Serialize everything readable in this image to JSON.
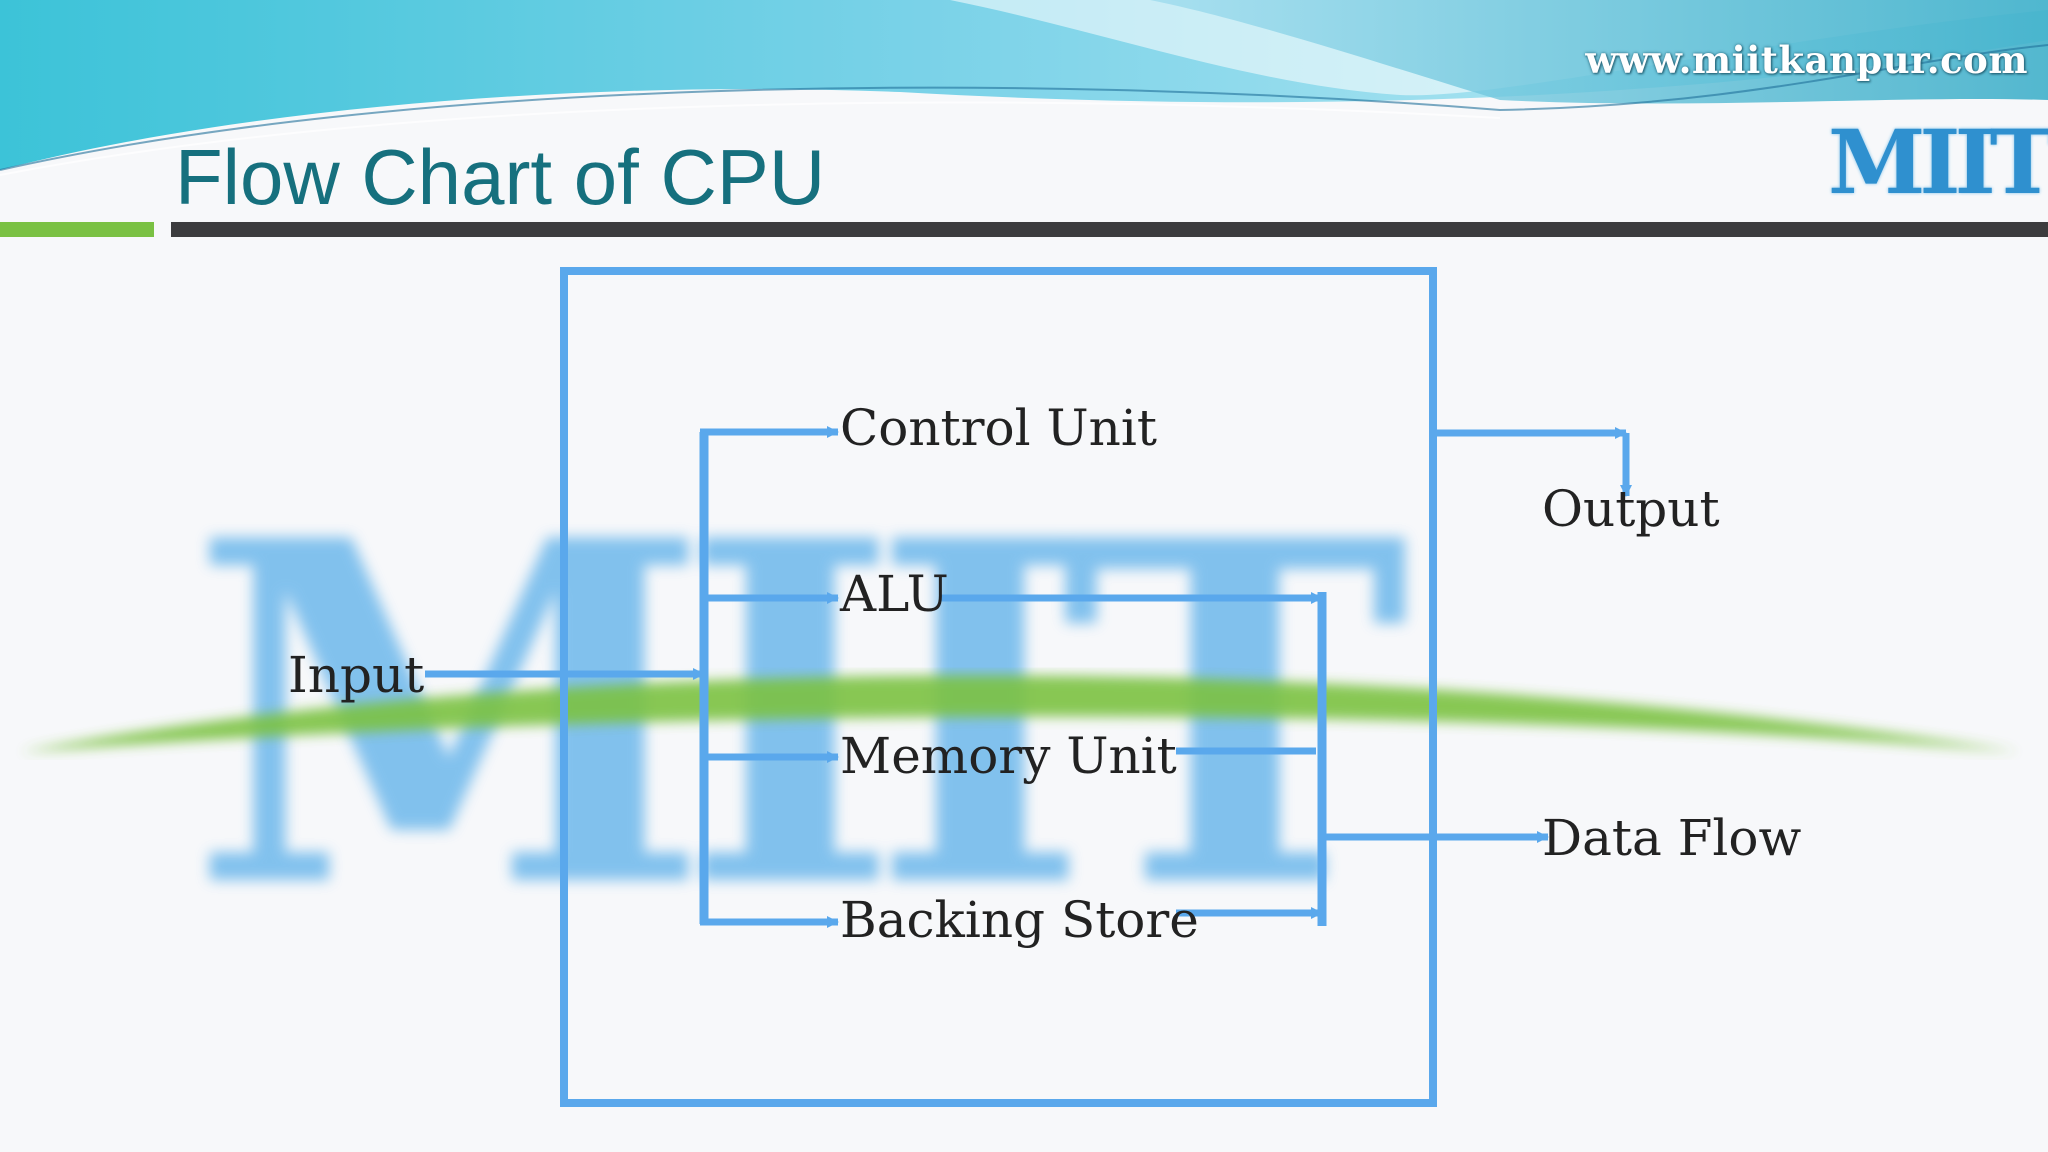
{
  "header": {
    "website": "www.miitkanpur.com",
    "logo_text": "MIIT",
    "title": "Flow Chart of CPU"
  },
  "watermark": {
    "text": "MIIT"
  },
  "diagram": {
    "nodes": {
      "input": "Input",
      "control_unit": "Control Unit",
      "alu": "ALU",
      "memory_unit": "Memory Unit",
      "backing_store": "Backing Store",
      "output": "Output",
      "data_flow": "Data Flow"
    }
  },
  "colors": {
    "arrow_blue": "#5aa8ec",
    "title_teal": "#16707e",
    "accent_green": "#7ac143",
    "bar_dark": "#3c3c3e",
    "watermark_blue": "#3aa0e6"
  }
}
